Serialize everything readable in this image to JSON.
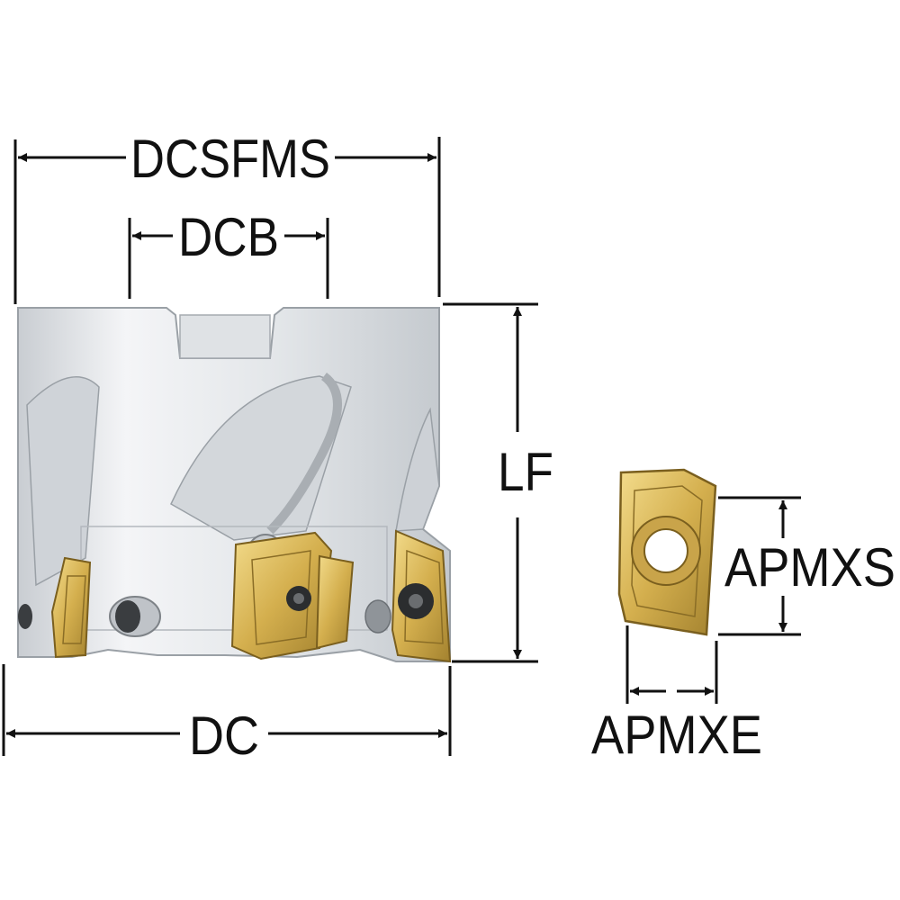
{
  "dimensions": {
    "dcsfms": "DCSFMS",
    "dcb": "DCB",
    "lf": "LF",
    "dc": "DC",
    "apmxs": "APMXS",
    "apmxe": "APMXE"
  },
  "colors": {
    "body_light": "#eef0f2",
    "body_mid": "#d6dade",
    "body_dark": "#b9bec4",
    "insert_gold": "#d9b85a",
    "insert_dark": "#9a7a2a",
    "line": "#111111"
  }
}
